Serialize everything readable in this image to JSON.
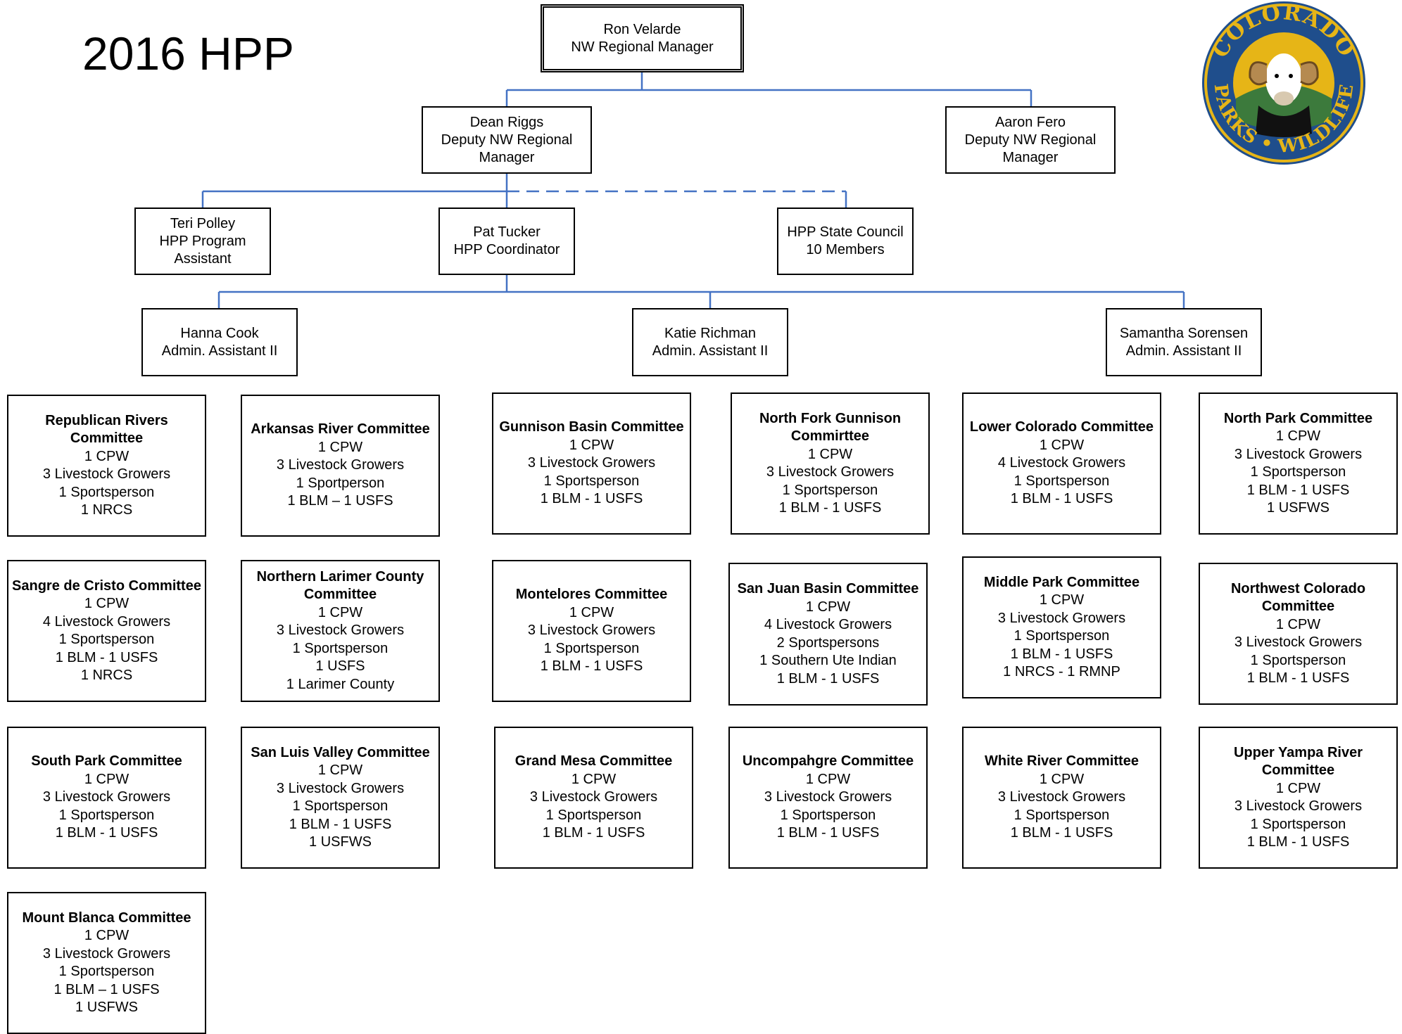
{
  "title": "2016 HPP",
  "logo": {
    "text_top": "COLORADO",
    "text_bottom": "PARKS • WILDLIFE"
  },
  "colors": {
    "connector": "#4472c4",
    "logo_ring": "#1f4e8c",
    "logo_gold": "#e6b517",
    "logo_green": "#3c7a3c"
  },
  "org": {
    "ron": {
      "lines": [
        "Ron Velarde",
        "NW Regional Manager"
      ]
    },
    "dean": {
      "lines": [
        "Dean Riggs",
        "Deputy NW Regional",
        "Manager"
      ]
    },
    "aaron": {
      "lines": [
        "Aaron Fero",
        "Deputy NW Regional",
        "Manager"
      ]
    },
    "teri": {
      "lines": [
        "Teri Polley",
        "HPP Program",
        "Assistant"
      ]
    },
    "pat": {
      "lines": [
        "Pat Tucker",
        "HPP Coordinator"
      ]
    },
    "council": {
      "lines": [
        "HPP State Council",
        "10 Members"
      ]
    },
    "hanna": {
      "lines": [
        "Hanna Cook",
        "Admin. Assistant II"
      ]
    },
    "katie": {
      "lines": [
        "Katie Richman",
        "Admin. Assistant II"
      ]
    },
    "samantha": {
      "lines": [
        "Samantha Sorensen",
        "Admin. Assistant II"
      ]
    }
  },
  "committees": [
    {
      "name": "Republican Rivers Committee",
      "members": [
        "1 CPW",
        "3 Livestock Growers",
        "1 Sportsperson",
        "1 NRCS"
      ]
    },
    {
      "name": "Arkansas River Committee",
      "members": [
        "1 CPW",
        "3 Livestock Growers",
        "1 Sportperson",
        "1 BLM – 1 USFS"
      ]
    },
    {
      "name": "Gunnison Basin Committee",
      "members": [
        "1 CPW",
        "3 Livestock Growers",
        "1 Sportsperson",
        "1 BLM - 1 USFS"
      ]
    },
    {
      "name": "North Fork Gunnison Commirttee",
      "members": [
        "1 CPW",
        "3 Livestock Growers",
        "1 Sportsperson",
        "1 BLM - 1 USFS"
      ]
    },
    {
      "name": "Lower Colorado Committee",
      "members": [
        "1 CPW",
        "4 Livestock Growers",
        "1 Sportsperson",
        "1 BLM - 1 USFS"
      ]
    },
    {
      "name": "North Park Committee",
      "members": [
        "1 CPW",
        "3 Livestock Growers",
        "1 Sportsperson",
        "1 BLM - 1 USFS",
        "1 USFWS"
      ]
    },
    {
      "name": "Sangre de Cristo Committee",
      "members": [
        "1 CPW",
        "4 Livestock Growers",
        "1 Sportsperson",
        "1 BLM - 1 USFS",
        "1 NRCS"
      ]
    },
    {
      "name": "Northern Larimer County Committee",
      "members": [
        "1 CPW",
        "3 Livestock Growers",
        "1 Sportsperson",
        "1 USFS",
        "1 Larimer County"
      ]
    },
    {
      "name": "Montelores Committee",
      "members": [
        "1 CPW",
        "3 Livestock Growers",
        "1 Sportsperson",
        "1 BLM - 1 USFS"
      ]
    },
    {
      "name": "San Juan Basin Committee",
      "members": [
        "1 CPW",
        "4 Livestock Growers",
        "2 Sportspersons",
        "1 Southern Ute Indian",
        "1 BLM - 1 USFS"
      ]
    },
    {
      "name": "Middle Park Committee",
      "members": [
        "1 CPW",
        "3 Livestock Growers",
        "1 Sportsperson",
        "1 BLM - 1 USFS",
        "1 NRCS - 1 RMNP"
      ]
    },
    {
      "name": "Northwest Colorado Committee",
      "members": [
        "1 CPW",
        "3 Livestock Growers",
        "1 Sportsperson",
        "1 BLM - 1 USFS"
      ]
    },
    {
      "name": "South Park Committee",
      "members": [
        "1 CPW",
        "3 Livestock Growers",
        "1 Sportsperson",
        "1 BLM - 1 USFS"
      ]
    },
    {
      "name": "San Luis Valley Committee",
      "members": [
        "1 CPW",
        "3 Livestock Growers",
        "1 Sportsperson",
        "1 BLM - 1 USFS",
        "1 USFWS"
      ]
    },
    {
      "name": "Grand Mesa Committee",
      "members": [
        "1 CPW",
        "3 Livestock Growers",
        "1 Sportsperson",
        "1 BLM - 1 USFS"
      ]
    },
    {
      "name": "Uncompahgre Committee",
      "members": [
        "1 CPW",
        "3 Livestock Growers",
        "1 Sportsperson",
        "1 BLM - 1 USFS"
      ]
    },
    {
      "name": "White River Committee",
      "members": [
        "1 CPW",
        "3 Livestock Growers",
        "1 Sportsperson",
        "1 BLM - 1 USFS"
      ]
    },
    {
      "name": "Upper Yampa River Committee",
      "members": [
        "1 CPW",
        "3 Livestock Growers",
        "1 Sportsperson",
        "1 BLM - 1 USFS"
      ]
    },
    {
      "name": "Mount Blanca Committee",
      "members": [
        "1 CPW",
        "3 Livestock Growers",
        "1 Sportsperson",
        "1 BLM – 1 USFS",
        "1 USFWS"
      ]
    }
  ]
}
